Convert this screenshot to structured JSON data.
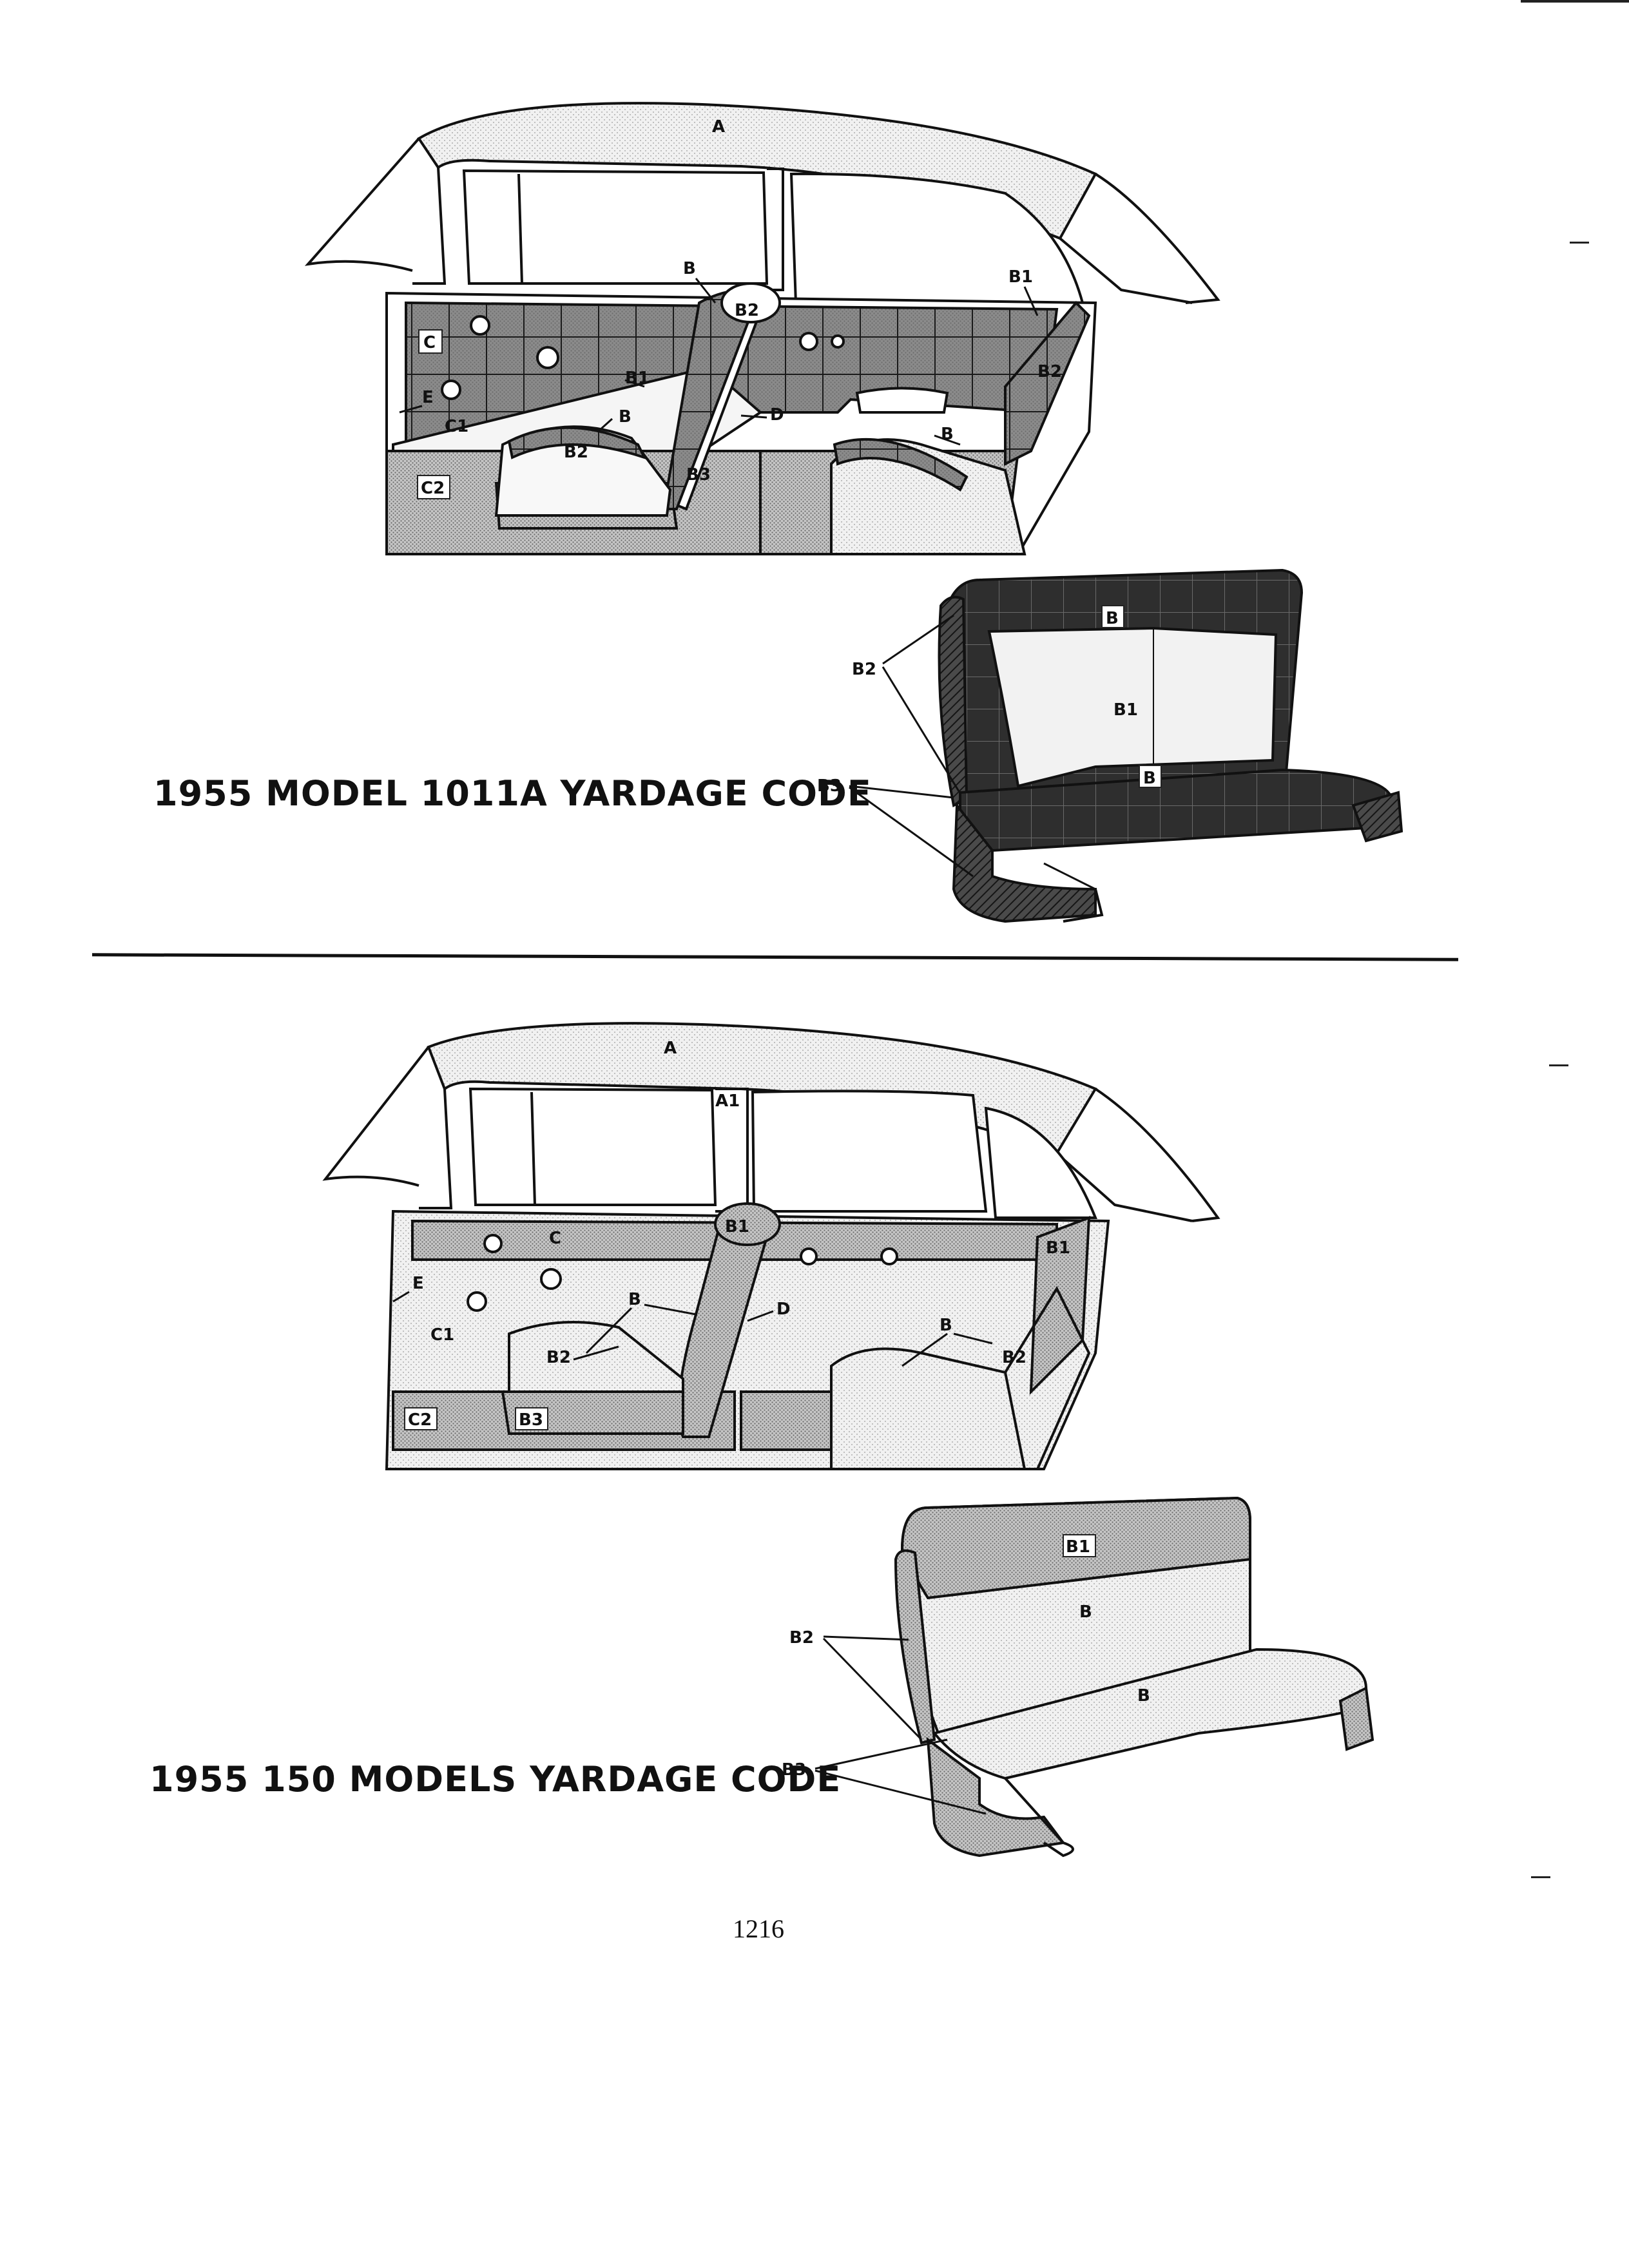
{
  "page": {
    "number": "1216"
  },
  "sections": [
    {
      "caption": "1955 MODEL 1011A YARDAGE CODE",
      "car_labels": {
        "A": "A",
        "B": "B",
        "B1": "B1",
        "B2": "B2",
        "B3": "B3",
        "C": "C",
        "C1": "C1",
        "C2": "C2",
        "D": "D",
        "E": "E"
      },
      "seat_labels": {
        "B_back": "B",
        "B1": "B1",
        "B_cushion": "B",
        "B2": "B2",
        "B3": "B3"
      }
    },
    {
      "caption": "1955 150 MODELS YARDAGE CODE",
      "car_labels": {
        "A": "A",
        "A1": "A1",
        "B": "B",
        "B1": "B1",
        "B2": "B2",
        "B3": "B3",
        "C": "C",
        "C1": "C1",
        "C2": "C2",
        "D": "D",
        "E": "E"
      },
      "seat_labels": {
        "B1": "B1",
        "B_back": "B",
        "B_cushion": "B",
        "B2": "B2",
        "B3": "B3"
      }
    }
  ],
  "colors": {
    "ink": "#111111",
    "light_fill": "#efefef",
    "medium_fill": "#b8b8b8",
    "dark_fill": "#3a3a3a"
  }
}
